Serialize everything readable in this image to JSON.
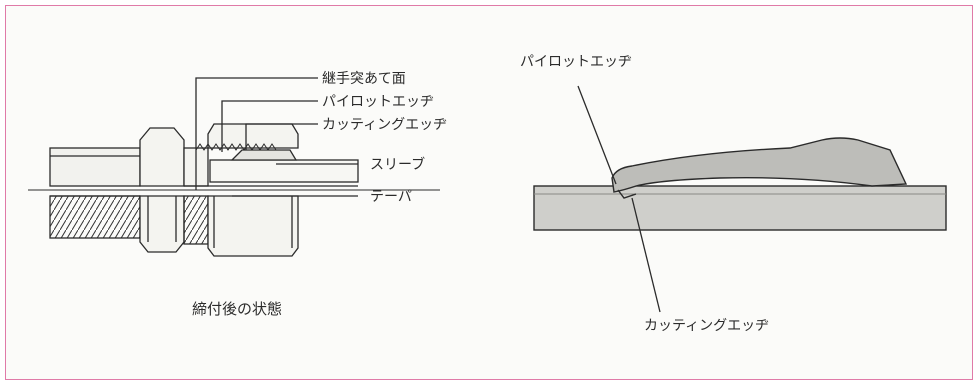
{
  "figure": {
    "left_labels": {
      "joint_contact_face": "継手突あて面",
      "pilot_edge": "パイロットエッヂ",
      "cutting_edge": "カッティングエッヂ",
      "sleeve": "スリーブ",
      "taper": "テーパ"
    },
    "left_caption": "締付後の状態",
    "right_labels": {
      "pilot_edge": "パイロットエッヂ",
      "cutting_edge": "カッティングエッヂ"
    }
  },
  "colors": {
    "border": "#e07aa8",
    "ink": "#2b2b2b",
    "pipe_fill": "#cfcfcb",
    "sleeve_fill": "#bdbdb9"
  }
}
